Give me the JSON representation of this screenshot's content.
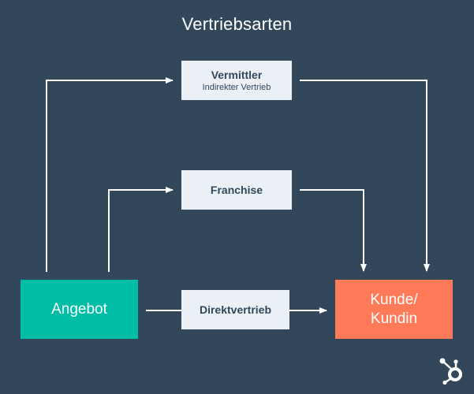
{
  "title": "Vertriebsarten",
  "nodes": {
    "source": {
      "label": "Angebot",
      "color": "#00bda5"
    },
    "target": {
      "line1": "Kunde/",
      "line2": "Kundin",
      "color": "#ff7a59"
    }
  },
  "channels": [
    {
      "label": "Vermittler",
      "sublabel": "Indirekter Vertrieb"
    },
    {
      "label": "Franchise"
    },
    {
      "label": "Direktvertrieb"
    }
  ],
  "colors": {
    "background": "#33475b",
    "channel_box": "#eaf0f6",
    "connector": "#ffffff",
    "text_dark": "#33475b"
  },
  "logo": {
    "icon": "hubspot-sprocket-icon"
  }
}
